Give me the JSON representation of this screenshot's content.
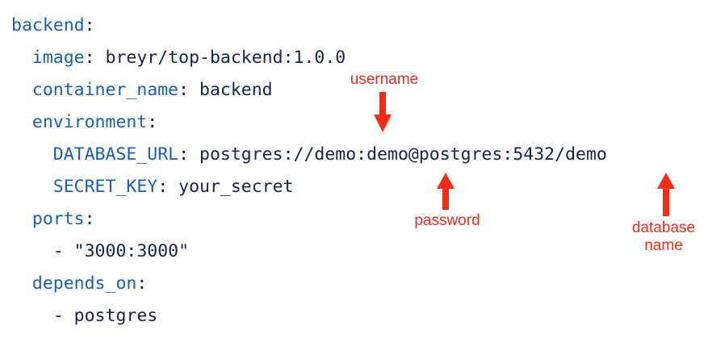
{
  "colors": {
    "background": "#ffffff",
    "key": "#1a5fb4",
    "value": "#16244b",
    "annotation": "#f82b17"
  },
  "code": {
    "language": "yaml",
    "lines": [
      {
        "indent": "",
        "key": "backend",
        "colon": ":",
        "value": ""
      },
      {
        "indent": "  ",
        "key": "image",
        "colon": ":",
        "value": " breyr/top-backend:1.0.0"
      },
      {
        "indent": "  ",
        "key": "container_name",
        "colon": ":",
        "value": " backend"
      },
      {
        "indent": "  ",
        "key": "environment",
        "colon": ":",
        "value": ""
      },
      {
        "indent": "    ",
        "key": "DATABASE_URL",
        "colon": ":",
        "value": " postgres://demo:demo@postgres:5432/demo"
      },
      {
        "indent": "    ",
        "key": "SECRET_KEY",
        "colon": ":",
        "value": " your_secret"
      },
      {
        "indent": "  ",
        "key": "ports",
        "colon": ":",
        "value": ""
      },
      {
        "indent": "    ",
        "key": "",
        "colon": "",
        "value": "- \"3000:3000\""
      },
      {
        "indent": "  ",
        "key": "depends_on",
        "colon": ":",
        "value": ""
      },
      {
        "indent": "    ",
        "key": "",
        "colon": "",
        "value": "- postgres"
      }
    ]
  },
  "annotations": [
    {
      "name": "username",
      "label": "username",
      "direction": "down",
      "points_at": "demo",
      "note": "first demo in postgres://demo:demo@..."
    },
    {
      "name": "password",
      "label": "password",
      "direction": "up",
      "points_at": "demo",
      "note": "second demo in postgres://demo:demo@..."
    },
    {
      "name": "database-name",
      "label": "database\nname",
      "direction": "up",
      "points_at": "demo",
      "note": "trailing /demo path segment"
    }
  ]
}
